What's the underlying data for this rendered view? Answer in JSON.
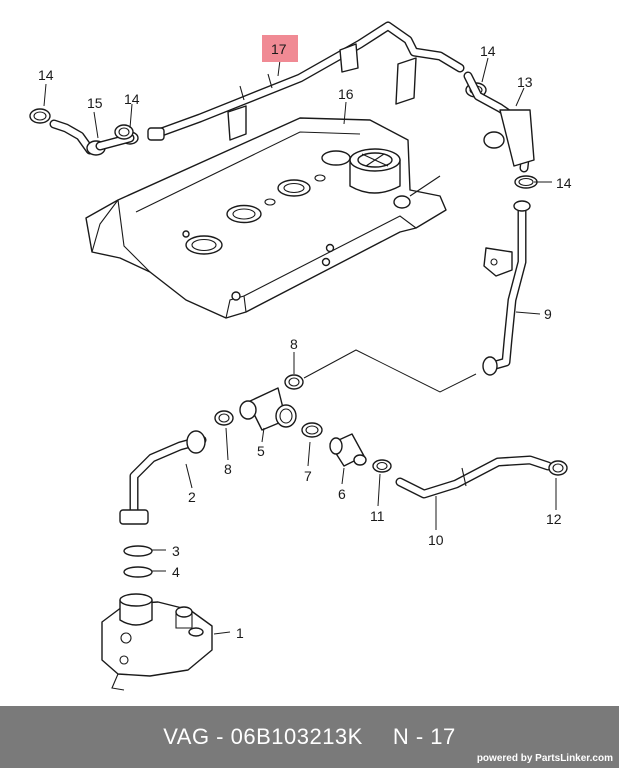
{
  "labels": {
    "p1": "1",
    "p2": "2",
    "p3": "3",
    "p4": "4",
    "p5": "5",
    "p6": "6",
    "p7": "7",
    "p8a": "8",
    "p8b": "8",
    "p9": "9",
    "p10": "10",
    "p11": "11",
    "p12": "12",
    "p13": "13",
    "p14a": "14",
    "p14b": "14",
    "p14c": "14",
    "p14d": "14",
    "p15": "15",
    "p16": "16",
    "p17": "17"
  },
  "highlight_color": "#f08a94",
  "footer": {
    "part_code": "VAG - 06B103213K",
    "position": "N - 17",
    "powered_by": "powered by PartsLinker.com",
    "background": "#7a7a7a"
  }
}
